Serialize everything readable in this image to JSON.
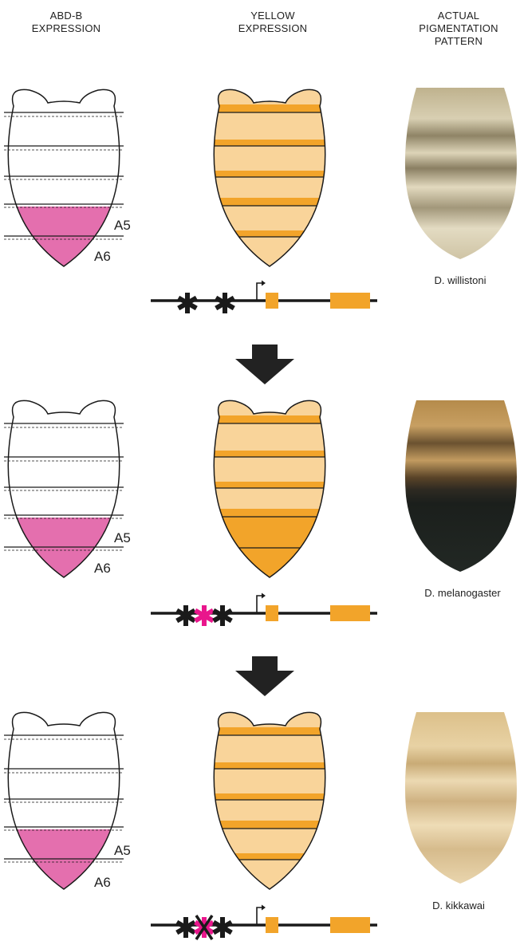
{
  "headers": {
    "abdb": [
      "ABD-B",
      "EXPRESSION"
    ],
    "yellow": [
      "YELLOW",
      "EXPRESSION"
    ],
    "pigment": [
      "ACTUAL",
      "PIGMENTATION",
      "PATTERN"
    ]
  },
  "segment_labels": {
    "a5": "A5",
    "a6": "A6"
  },
  "colors": {
    "abdb_expression": "#e46fae",
    "yellow_light": "#f9d49a",
    "yellow_band": "#f2a42a",
    "gene_exon": "#f2a42a",
    "mutation_highlight": "#e9168c",
    "arrow": "#222222",
    "outline": "#1a1a1a"
  },
  "rows": [
    {
      "species": "D. willistoni",
      "posterior_dark": false,
      "regulatory_sites": "two-separate"
    },
    {
      "species": "D. melanogaster",
      "posterior_dark": true,
      "regulatory_sites": "gained-binding-site"
    },
    {
      "species": "D. kikkawai",
      "posterior_dark": false,
      "regulatory_sites": "lost-binding-site"
    }
  ]
}
